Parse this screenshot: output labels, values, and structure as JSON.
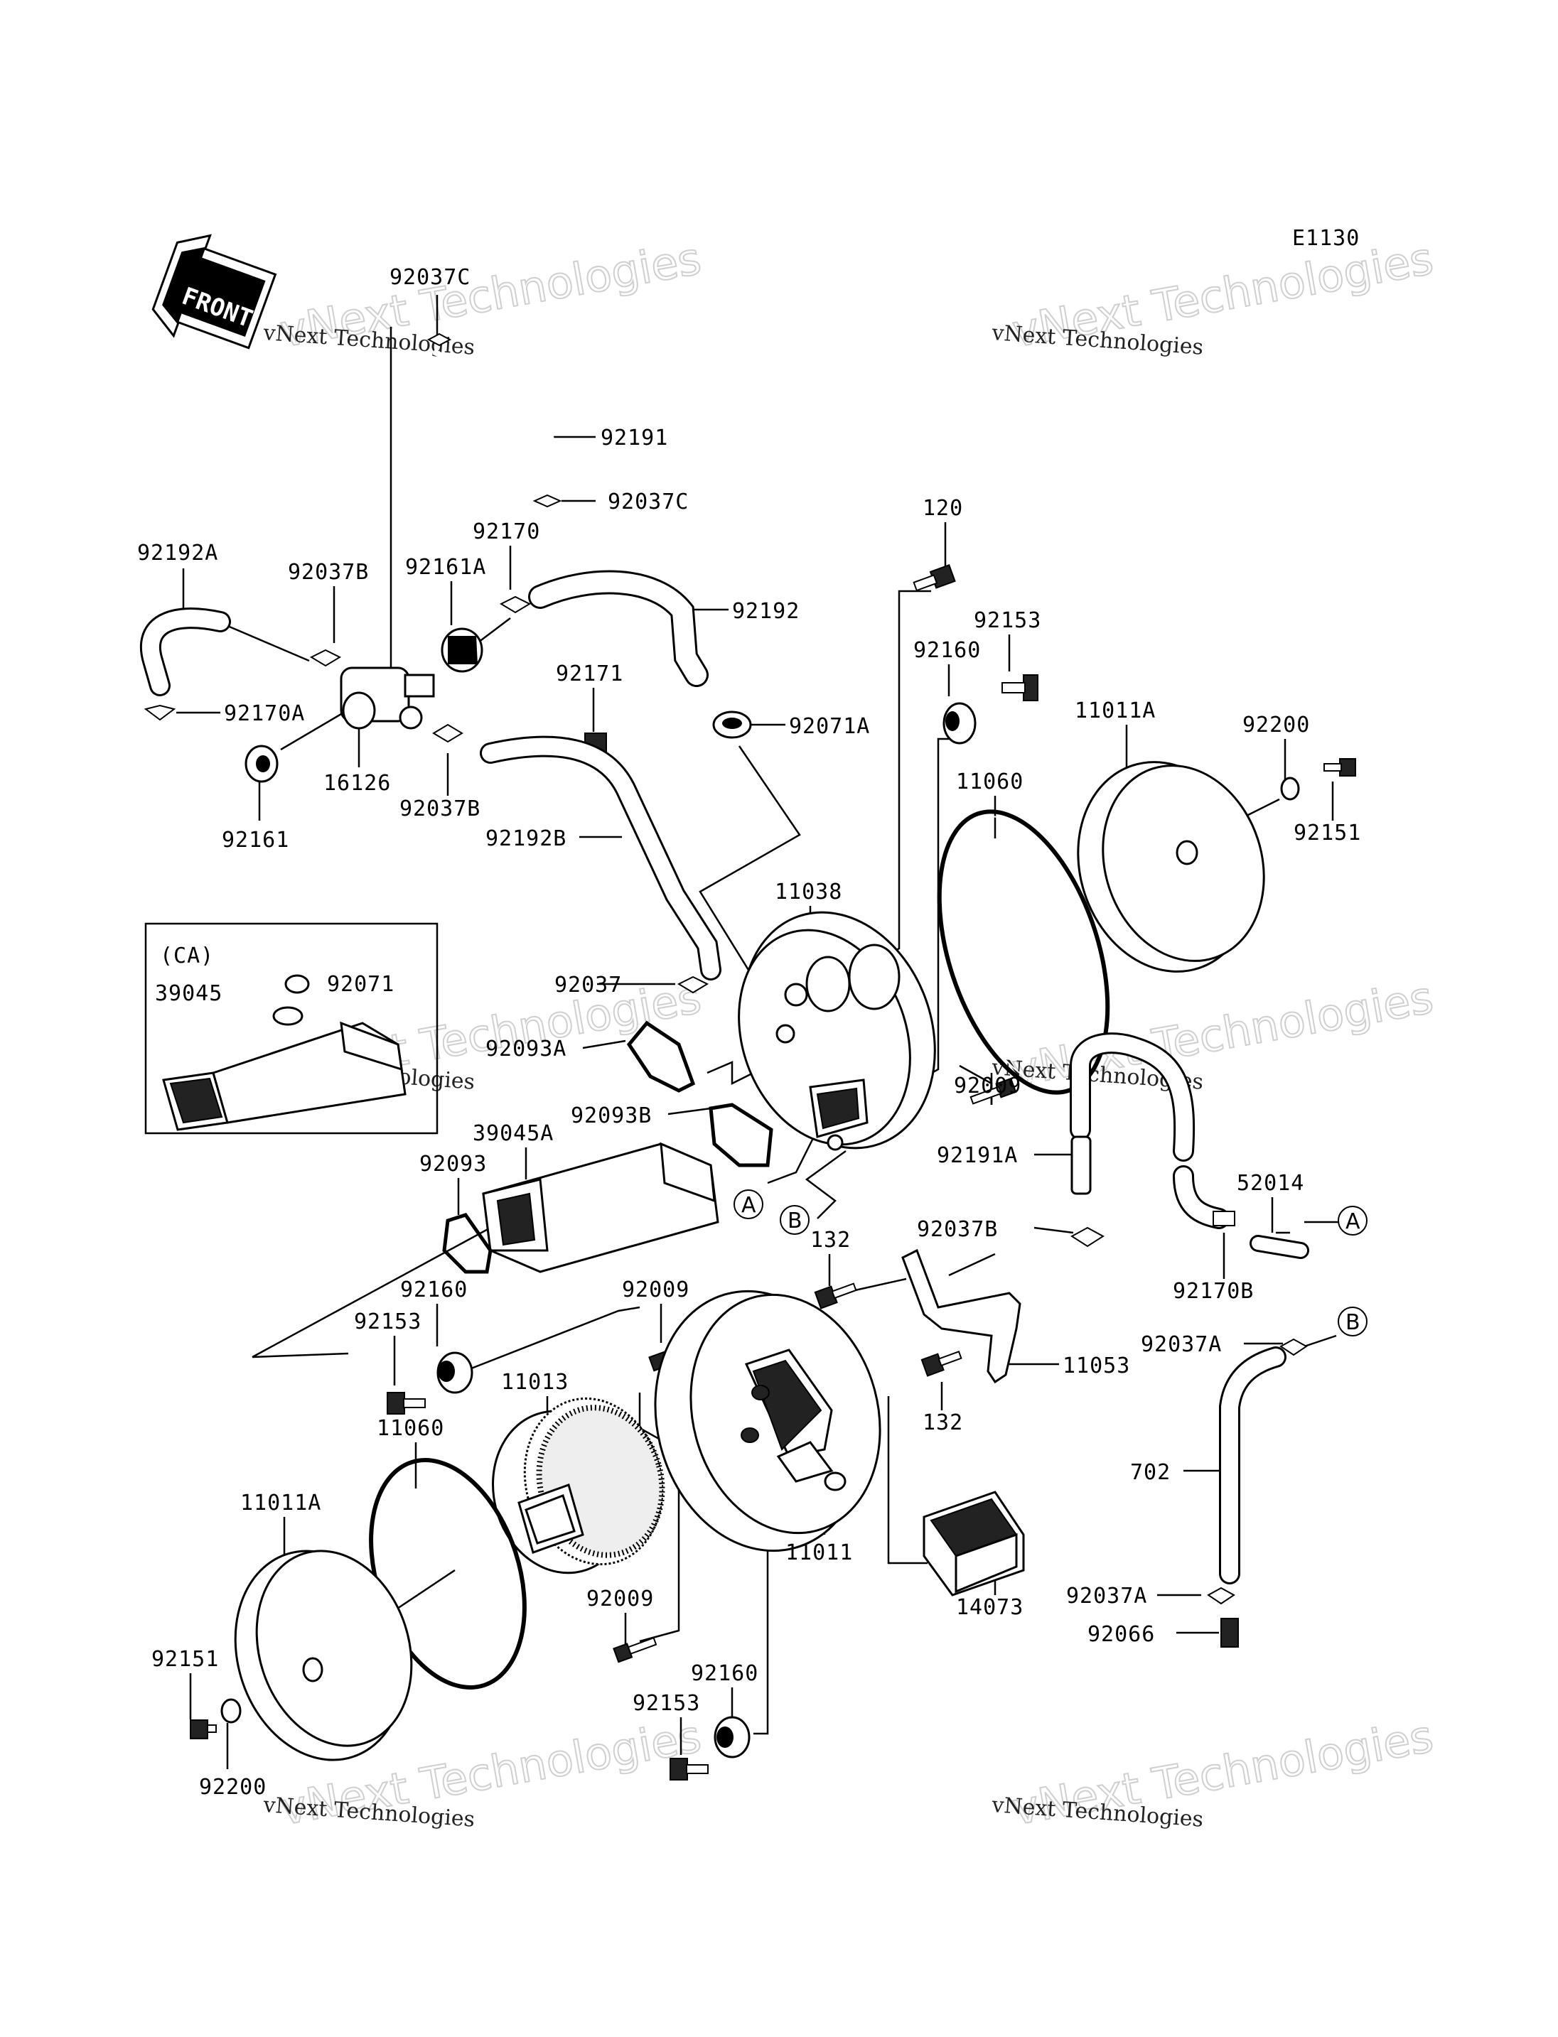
{
  "diagram": {
    "code": "E1130",
    "front_label": "FRONT",
    "inset_label": "(CA)",
    "watermark_big": "vNext Technologies",
    "watermark_small": "vNext Technologies",
    "refs": {
      "a": "A",
      "b": "B"
    },
    "labels": {
      "l_92037C_top": "92037C",
      "l_92191": "92191",
      "l_92037C_mid": "92037C",
      "l_120": "120",
      "l_92192A": "92192A",
      "l_92037B_top": "92037B",
      "l_92161A": "92161A",
      "l_92170": "92170",
      "l_92192": "92192",
      "l_92153_top": "92153",
      "l_92160_top": "92160",
      "l_92171": "92171",
      "l_92071A": "92071A",
      "l_11011A_top": "11011A",
      "l_92200_top": "92200",
      "l_92170A": "92170A",
      "l_16126": "16126",
      "l_92037B_mid": "92037B",
      "l_11060_top": "11060",
      "l_92151_top": "92151",
      "l_92161": "92161",
      "l_92192B": "92192B",
      "l_11038": "11038",
      "l_92071": "92071",
      "l_39045": "39045",
      "l_92037": "92037",
      "l_92093A": "92093A",
      "l_92009_right": "92009",
      "l_92093B": "92093B",
      "l_39045A": "39045A",
      "l_92093": "92093",
      "l_92191A": "92191A",
      "l_52014": "52014",
      "l_92037B_right": "92037B",
      "l_132_top": "132",
      "l_92160_mid": "92160",
      "l_92009_mid": "92009",
      "l_92170B": "92170B",
      "l_92153_mid": "92153",
      "l_92037A_top": "92037A",
      "l_11053": "11053",
      "l_11013": "11013",
      "l_132_bot": "132",
      "l_11060_bot": "11060",
      "l_702": "702",
      "l_11011A_bot": "11011A",
      "l_11011": "11011",
      "l_14073": "14073",
      "l_92009_bot": "92009",
      "l_92037A_bot": "92037A",
      "l_92066": "92066",
      "l_92160_bot": "92160",
      "l_92151_bot": "92151",
      "l_92153_bot": "92153",
      "l_92200_bot": "92200"
    }
  }
}
